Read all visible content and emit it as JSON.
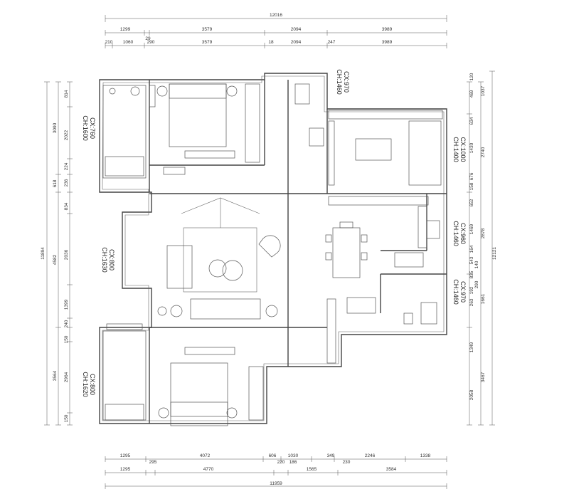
{
  "top_dims": {
    "total": "12016",
    "row1": [
      "1299",
      "29",
      "3579",
      "2094",
      "3989"
    ],
    "row2": [
      "210",
      "1060",
      "290",
      "3579",
      "18",
      "2094",
      "247",
      "3989"
    ]
  },
  "bottom_dims": {
    "total": "11959",
    "row1": [
      "1295",
      "4072",
      "606",
      "1030",
      "349",
      "2246",
      "1338"
    ],
    "row2": [
      "1295",
      "295",
      "4770",
      "220",
      "186",
      "1565",
      "230",
      "3584"
    ]
  },
  "left_dims": {
    "outer": "11894",
    "col1": [
      "3090",
      "618",
      "4582",
      "3564"
    ],
    "col2": [
      "814",
      "2022",
      "224",
      "236",
      "834",
      "2036",
      "1399",
      "240",
      "150",
      "2964",
      "150"
    ]
  },
  "right_dims": {
    "outer": "12121",
    "col1": [
      "1037",
      "2740",
      "2878",
      "1661",
      "3467"
    ],
    "col2": [
      "120",
      "469",
      "634",
      "1430",
      "676",
      "158",
      "652",
      "1469",
      "164",
      "543",
      "140",
      "835",
      "192",
      "290",
      "263",
      "1349",
      "2058"
    ]
  },
  "window_labels": [
    {
      "ch": "CH:1600",
      "cx": "CX:760"
    },
    {
      "ch": "CH:1630",
      "cx": "CX:800"
    },
    {
      "ch": "CH:1620",
      "cx": "CX:800"
    },
    {
      "ch": "CH:1460",
      "cx": "CX:970"
    },
    {
      "ch": "CH:1400",
      "cx": "CX:1000"
    },
    {
      "ch": "CH:1460",
      "cx": "CX:960"
    },
    {
      "ch": "CH:1460",
      "cx": "CX:970"
    }
  ]
}
